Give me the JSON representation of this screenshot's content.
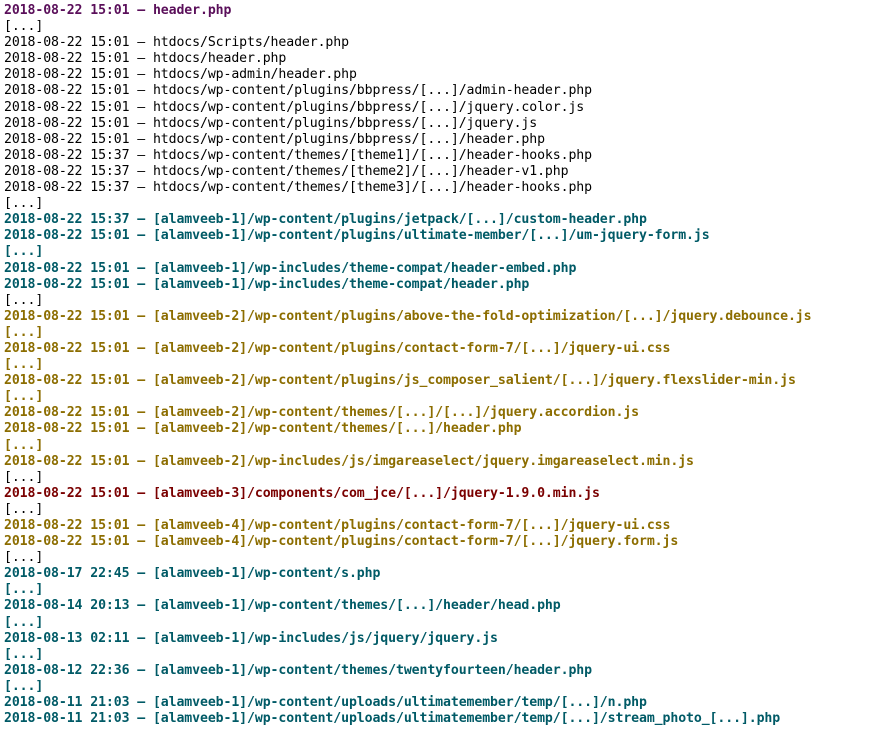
{
  "terminal": {
    "lines": [
      {
        "text": "2018-08-22 15:01 – header.php",
        "color": "purple"
      },
      {
        "text": "[...]",
        "color": "black"
      },
      {
        "text": "2018-08-22 15:01 – htdocs/Scripts/header.php",
        "color": "black"
      },
      {
        "text": "2018-08-22 15:01 – htdocs/header.php",
        "color": "black"
      },
      {
        "text": "2018-08-22 15:01 – htdocs/wp-admin/header.php",
        "color": "black"
      },
      {
        "text": "2018-08-22 15:01 – htdocs/wp-content/plugins/bbpress/[...]/admin-header.php",
        "color": "black"
      },
      {
        "text": "2018-08-22 15:01 – htdocs/wp-content/plugins/bbpress/[...]/jquery.color.js",
        "color": "black"
      },
      {
        "text": "2018-08-22 15:01 – htdocs/wp-content/plugins/bbpress/[...]/jquery.js",
        "color": "black"
      },
      {
        "text": "2018-08-22 15:01 – htdocs/wp-content/plugins/bbpress/[...]/header.php",
        "color": "black"
      },
      {
        "text": "2018-08-22 15:37 – htdocs/wp-content/themes/[theme1]/[...]/header-hooks.php",
        "color": "black"
      },
      {
        "text": "2018-08-22 15:37 – htdocs/wp-content/themes/[theme2]/[...]/header-v1.php",
        "color": "black"
      },
      {
        "text": "2018-08-22 15:37 – htdocs/wp-content/themes/[theme3]/[...]/header-hooks.php",
        "color": "black"
      },
      {
        "text": "[...]",
        "color": "black"
      },
      {
        "text": "2018-08-22 15:37 – [alamveeb-1]/wp-content/plugins/jetpack/[...]/custom-header.php",
        "color": "teal"
      },
      {
        "text": "2018-08-22 15:01 – [alamveeb-1]/wp-content/plugins/ultimate-member/[...]/um-jquery-form.js",
        "color": "teal"
      },
      {
        "text": "[...]",
        "color": "teal"
      },
      {
        "text": "2018-08-22 15:01 – [alamveeb-1]/wp-includes/theme-compat/header-embed.php",
        "color": "teal"
      },
      {
        "text": "2018-08-22 15:01 – [alamveeb-1]/wp-includes/theme-compat/header.php",
        "color": "teal"
      },
      {
        "text": "[...]",
        "color": "black"
      },
      {
        "text": "2018-08-22 15:01 – [alamveeb-2]/wp-content/plugins/above-the-fold-optimization/[...]/jquery.debounce.js",
        "color": "gold"
      },
      {
        "text": "[...]",
        "color": "gold"
      },
      {
        "text": "2018-08-22 15:01 – [alamveeb-2]/wp-content/plugins/contact-form-7/[...]/jquery-ui.css",
        "color": "gold"
      },
      {
        "text": "[...]",
        "color": "gold"
      },
      {
        "text": "2018-08-22 15:01 – [alamveeb-2]/wp-content/plugins/js_composer_salient/[...]/jquery.flexslider-min.js",
        "color": "gold"
      },
      {
        "text": "[...]",
        "color": "gold"
      },
      {
        "text": "2018-08-22 15:01 – [alamveeb-2]/wp-content/themes/[...]/[...]/jquery.accordion.js",
        "color": "gold"
      },
      {
        "text": "2018-08-22 15:01 – [alamveeb-2]/wp-content/themes/[...]/header.php",
        "color": "gold"
      },
      {
        "text": "[...]",
        "color": "gold"
      },
      {
        "text": "2018-08-22 15:01 – [alamveeb-2]/wp-includes/js/imgareaselect/jquery.imgareaselect.min.js",
        "color": "gold"
      },
      {
        "text": "[...]",
        "color": "black"
      },
      {
        "text": "2018-08-22 15:01 – [alamveeb-3]/components/com_jce/[...]/jquery-1.9.0.min.js",
        "color": "red"
      },
      {
        "text": "[...]",
        "color": "black"
      },
      {
        "text": "2018-08-22 15:01 – [alamveeb-4]/wp-content/plugins/contact-form-7/[...]/jquery-ui.css",
        "color": "gold"
      },
      {
        "text": "2018-08-22 15:01 – [alamveeb-4]/wp-content/plugins/contact-form-7/[...]/jquery.form.js",
        "color": "gold"
      },
      {
        "text": "[...]",
        "color": "black"
      },
      {
        "text": "2018-08-17 22:45 – [alamveeb-1]/wp-content/s.php",
        "color": "teal"
      },
      {
        "text": "[...]",
        "color": "teal"
      },
      {
        "text": "2018-08-14 20:13 – [alamveeb-1]/wp-content/themes/[...]/header/head.php",
        "color": "teal"
      },
      {
        "text": "[...]",
        "color": "teal"
      },
      {
        "text": "2018-08-13 02:11 – [alamveeb-1]/wp-includes/js/jquery/jquery.js",
        "color": "teal"
      },
      {
        "text": "[...]",
        "color": "teal"
      },
      {
        "text": "2018-08-12 22:36 – [alamveeb-1]/wp-content/themes/twentyfourteen/header.php",
        "color": "teal"
      },
      {
        "text": "[...]",
        "color": "teal"
      },
      {
        "text": "2018-08-11 21:03 – [alamveeb-1]/wp-content/uploads/ultimatemember/temp/[...]/n.php",
        "color": "teal"
      },
      {
        "text": "2018-08-11 21:03 – [alamveeb-1]/wp-content/uploads/ultimatemember/temp/[...]/stream_photo_[...].php",
        "color": "teal"
      }
    ]
  },
  "palette": {
    "black": "#000000",
    "purple": "#5a0f5a",
    "teal": "#005a66",
    "gold": "#8c6d00",
    "red": "#7a0000"
  }
}
